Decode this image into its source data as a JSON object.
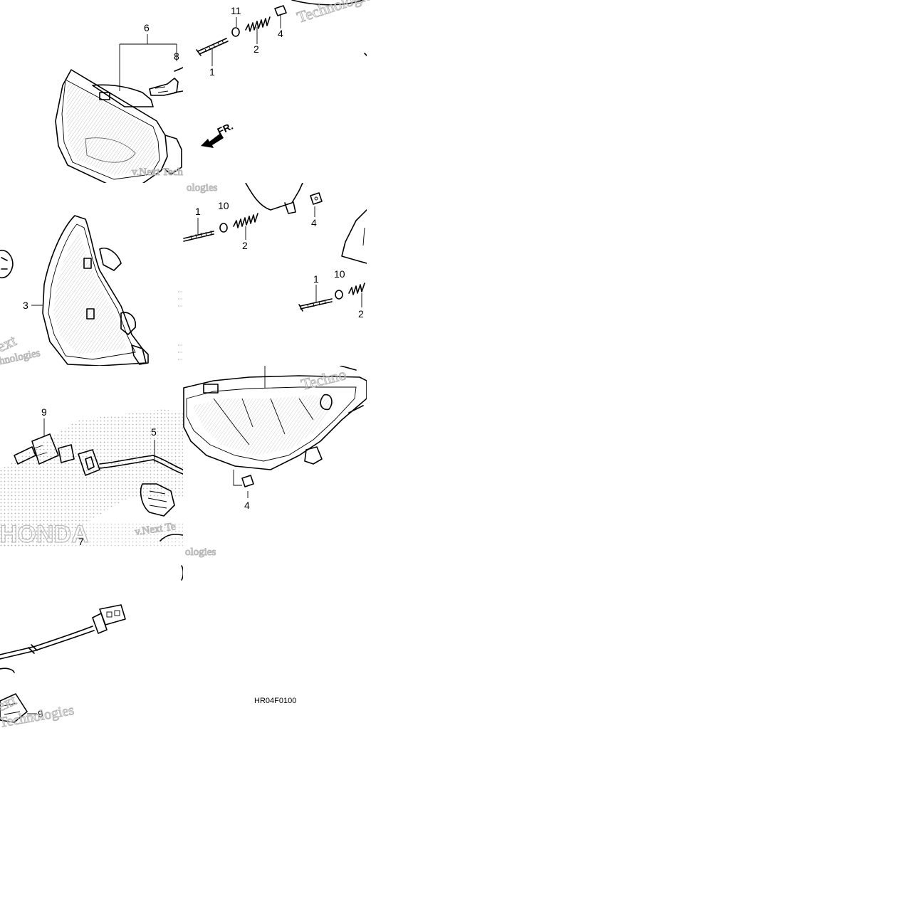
{
  "diagram_code": "HR04F0100",
  "direction_label": "FR.",
  "brand_text": "HONDA",
  "watermarks": [
    "Technologies",
    "v.Next Tech",
    "ologies",
    "ext",
    "Technologies",
    "Techno",
    "v.Next Te",
    "ologies",
    "ext",
    "hnologies"
  ],
  "callouts": {
    "t1": "11",
    "t2": "2",
    "t3": "4",
    "t4": "1",
    "m1": "1",
    "m2": "10",
    "m3": "2",
    "m4": "4",
    "m5": "1",
    "m6": "10",
    "m7": "2",
    "m8": "3",
    "b1": "9",
    "b2": "5",
    "b3": "7",
    "b4": "4",
    "l1": "6",
    "l2": "8",
    "l3": "9"
  }
}
